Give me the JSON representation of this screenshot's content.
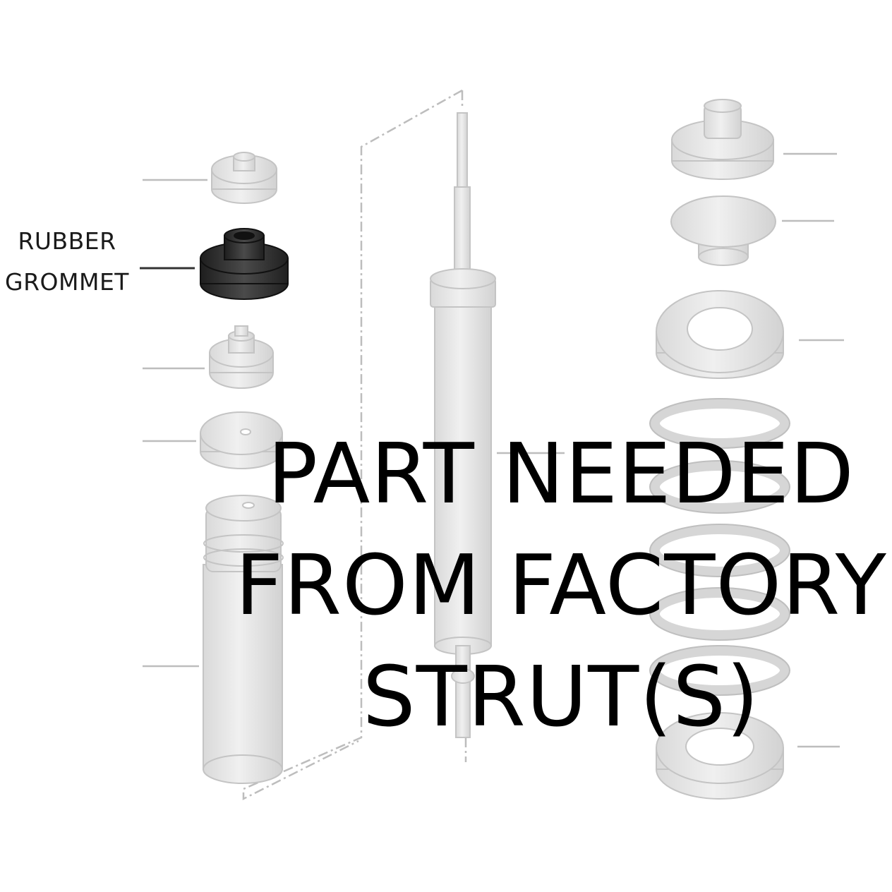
{
  "diagram": {
    "callout_label": {
      "line1": "RUBBER",
      "line2": "GROMMET"
    },
    "headline": {
      "line1": "PART NEEDED",
      "line2": "FROM FACTORY",
      "line3": "STRUT(S)"
    },
    "colors": {
      "background": "#ffffff",
      "part_fill": "#e7e7e7",
      "part_edge": "#c4c4c4",
      "highlight_part": "#2e2e2e",
      "leader_line": "#bdbdbd",
      "text": "#000000"
    }
  }
}
